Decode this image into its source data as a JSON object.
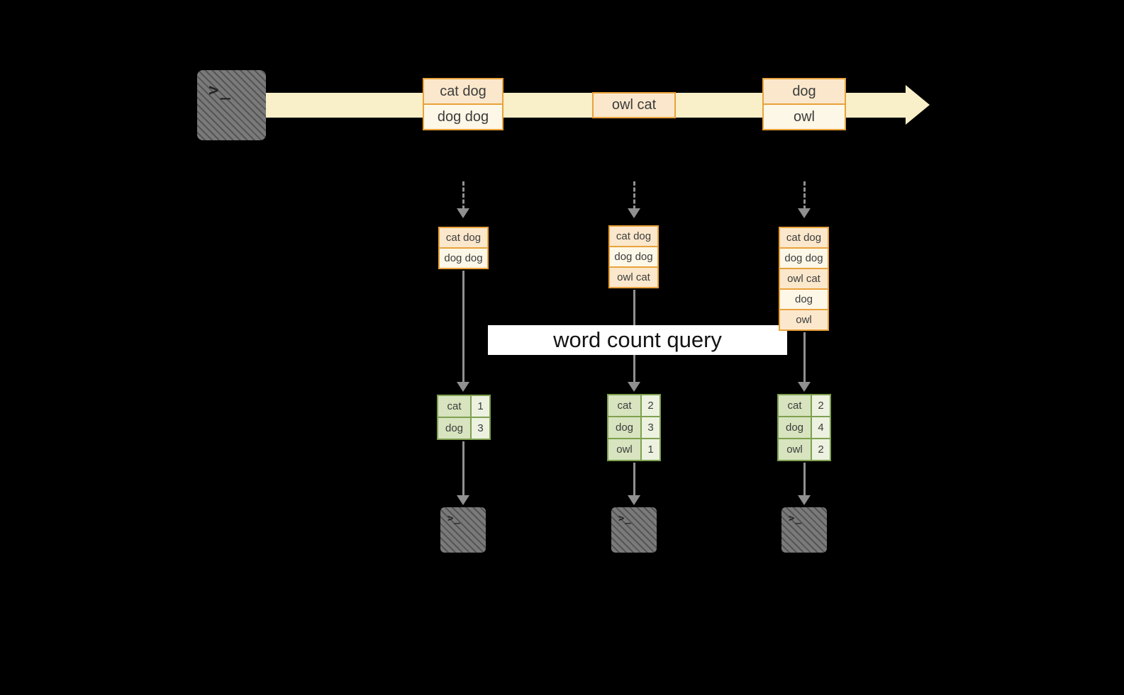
{
  "banner": {
    "label": "word count query"
  },
  "icons": {
    "terminal_prompt": ">_"
  },
  "colors": {
    "background": "#000000",
    "stream_band": "#F9EFC8",
    "record_border": "#E9A23B",
    "record_fill_dark": "#FBE8CC",
    "record_fill_light": "#FDF7E7",
    "result_border": "#7FA050",
    "result_word_fill": "#D7E4BF",
    "result_count_fill": "#ECF2DF",
    "arrow_gray": "#909090",
    "terminal_gray": "#7A7A7A",
    "banner_bg": "#FFFFFF"
  },
  "stream": {
    "events": [
      {
        "records": [
          "cat dog",
          "dog dog"
        ]
      },
      {
        "records": [
          "owl cat"
        ]
      },
      {
        "records": [
          "dog",
          "owl"
        ]
      }
    ]
  },
  "columns": [
    {
      "buffer": [
        "cat dog",
        "dog dog"
      ],
      "counts": [
        {
          "word": "cat",
          "count": "1"
        },
        {
          "word": "dog",
          "count": "3"
        }
      ]
    },
    {
      "buffer": [
        "cat dog",
        "dog dog",
        "owl cat"
      ],
      "counts": [
        {
          "word": "cat",
          "count": "2"
        },
        {
          "word": "dog",
          "count": "3"
        },
        {
          "word": "owl",
          "count": "1"
        }
      ]
    },
    {
      "buffer": [
        "cat dog",
        "dog dog",
        "owl cat",
        "dog",
        "owl"
      ],
      "counts": [
        {
          "word": "cat",
          "count": "2"
        },
        {
          "word": "dog",
          "count": "4"
        },
        {
          "word": "owl",
          "count": "2"
        }
      ]
    }
  ]
}
